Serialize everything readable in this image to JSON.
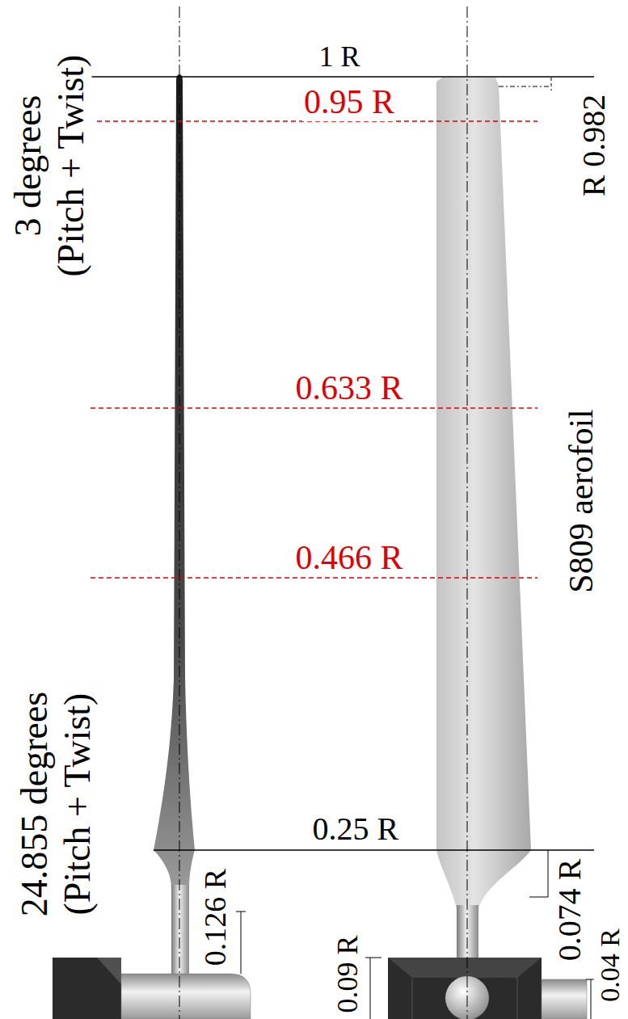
{
  "diagram": {
    "labels": [
      "1 R",
      "0.95 R",
      "3 degrees (Pitch + Twist)",
      "R 0.982",
      "0.633 R",
      "S809 aerofoil",
      "0.466 R",
      "24.855 degrees (Pitch + Twist)",
      "0.25 R",
      "0.074 R",
      "0.126 R",
      "0.04 R",
      "0.09 R"
    ]
  }
}
